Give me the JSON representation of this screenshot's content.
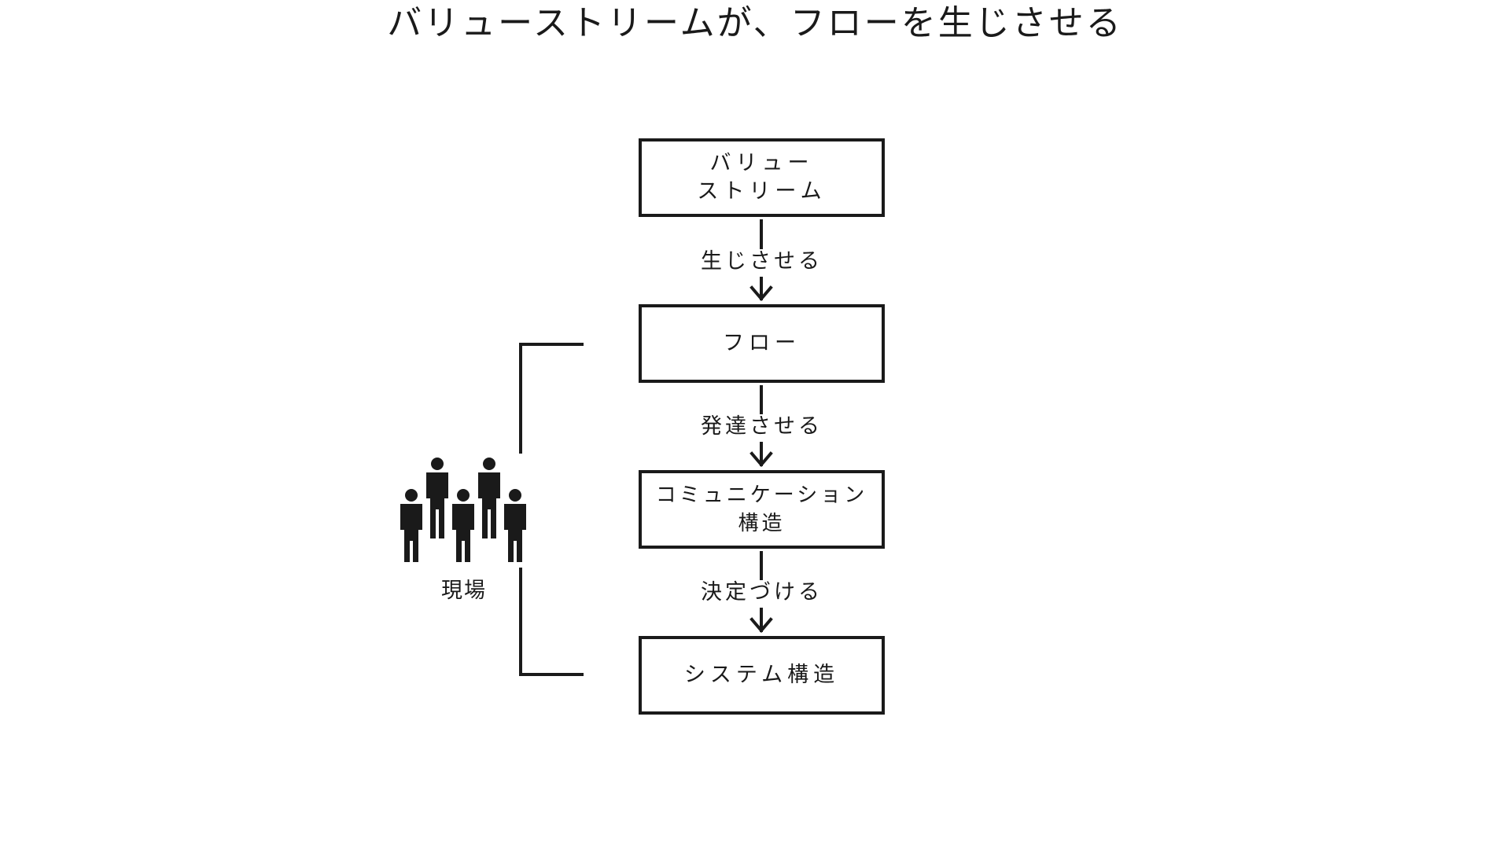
{
  "title": "バリューストリームが、フローを生じさせる",
  "nodes": {
    "value_stream": "バリュー\nストリーム",
    "flow": "フロー",
    "communication": "コミュニケーション\n構造",
    "system": "システム構造"
  },
  "edges": {
    "value_stream_to_flow": "生じさせる",
    "flow_to_communication": "発達させる",
    "communication_to_system": "決定づける"
  },
  "people": {
    "label": "現場",
    "icon": "people-group-icon",
    "count": 5
  },
  "colors": {
    "stroke": "#1a1a1a",
    "background": "#ffffff"
  }
}
